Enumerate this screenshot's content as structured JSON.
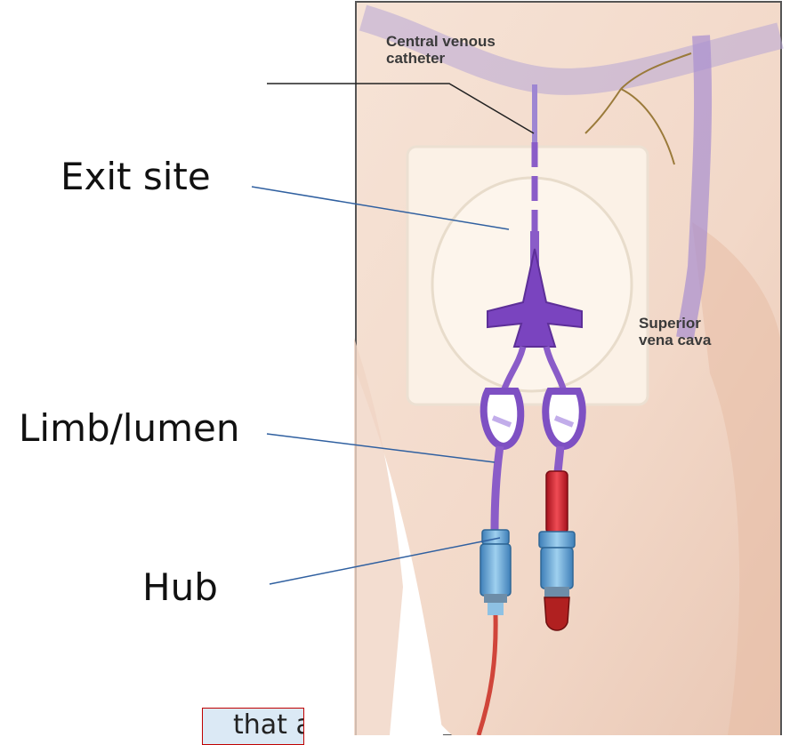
{
  "labels": {
    "exit_site": "Exit site",
    "limb_lumen": "Limb/lumen",
    "hub": "Hub"
  },
  "illustration": {
    "central_venous_catheter_line1": "Central venous",
    "central_venous_catheter_line2": "catheter",
    "superior_vena_cava_line1": "Superior",
    "superior_vena_cava_line2": "vena cava"
  },
  "note": {
    "text": "that allows t"
  },
  "colors": {
    "catheter": "#8a5cc8",
    "red_hub": "#d01f2a",
    "blue_hub": "#5aa0d2",
    "leader_line": "#3060a0",
    "skin": "#f4dccd",
    "note_border": "#c00000"
  }
}
